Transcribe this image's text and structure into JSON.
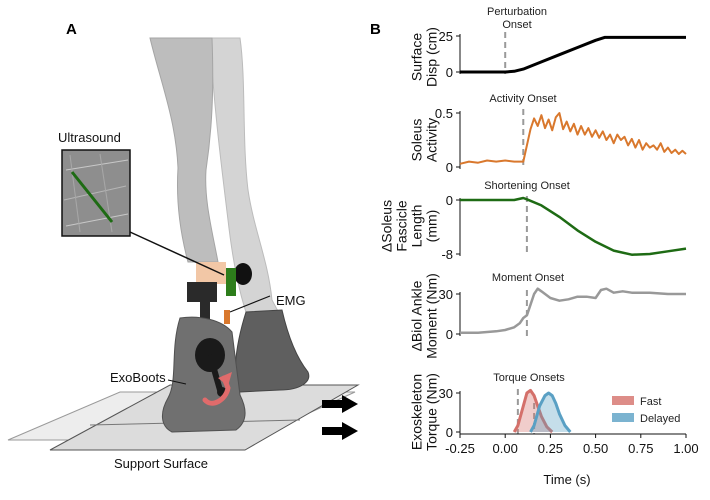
{
  "panel_a": {
    "label": "A",
    "ultrasound_label": "Ultrasound",
    "emg_label": "EMG",
    "exoboots_label": "ExoBoots",
    "support_surface_label": "Support Surface"
  },
  "panel_b": {
    "label": "B",
    "xlabel": "Time (s)",
    "x_ticks": [
      "-0.25",
      "0.00",
      "0.25",
      "0.50",
      "0.75",
      "1.00"
    ]
  },
  "colors": {
    "disp": "#000000",
    "soleus_activity": "#d9782d",
    "fascicle": "#1e6b14",
    "moment": "#999999",
    "fast": "#d4706a",
    "delayed": "#5aa0c4",
    "leg": "#c8c8c8",
    "boot": "#6e6e6e"
  },
  "chart_data": [
    {
      "type": "line",
      "ylabel": [
        "Surface",
        "Disp (cm)"
      ],
      "annotation": [
        "Perturbation",
        "Onset"
      ],
      "onset_x": 0.0,
      "y_ticks": [
        "0",
        "25"
      ],
      "ylim": [
        0,
        25
      ],
      "xlim": [
        -0.25,
        1.0
      ],
      "series": [
        {
          "x": [
            -0.25,
            0.0,
            0.05,
            0.1,
            0.2,
            0.3,
            0.4,
            0.5,
            0.55,
            0.6,
            1.0
          ],
          "values": [
            0,
            0,
            0.5,
            2,
            7,
            12,
            17,
            22,
            24,
            24,
            24
          ]
        }
      ]
    },
    {
      "type": "line",
      "ylabel": [
        "Soleus",
        "Activity"
      ],
      "annotation": [
        "Activity Onset"
      ],
      "onset_x": 0.1,
      "y_ticks": [
        "0",
        "0.5"
      ],
      "ylim": [
        0,
        0.5
      ],
      "xlim": [
        -0.25,
        1.0
      ],
      "series": [
        {
          "x": [
            -0.25,
            -0.2,
            -0.15,
            -0.1,
            -0.05,
            0.0,
            0.05,
            0.1,
            0.12,
            0.14,
            0.16,
            0.18,
            0.2,
            0.22,
            0.24,
            0.26,
            0.28,
            0.3,
            0.32,
            0.34,
            0.36,
            0.38,
            0.4,
            0.42,
            0.44,
            0.46,
            0.48,
            0.5,
            0.52,
            0.54,
            0.56,
            0.58,
            0.6,
            0.62,
            0.64,
            0.66,
            0.68,
            0.7,
            0.72,
            0.74,
            0.76,
            0.78,
            0.8,
            0.82,
            0.84,
            0.86,
            0.88,
            0.9,
            0.92,
            0.94,
            0.96,
            0.98,
            1.0
          ],
          "values": [
            0.03,
            0.05,
            0.04,
            0.06,
            0.05,
            0.06,
            0.05,
            0.05,
            0.2,
            0.35,
            0.45,
            0.38,
            0.48,
            0.36,
            0.44,
            0.34,
            0.46,
            0.5,
            0.35,
            0.42,
            0.33,
            0.4,
            0.3,
            0.38,
            0.3,
            0.36,
            0.28,
            0.34,
            0.27,
            0.33,
            0.25,
            0.3,
            0.22,
            0.3,
            0.25,
            0.28,
            0.2,
            0.26,
            0.18,
            0.25,
            0.16,
            0.22,
            0.18,
            0.2,
            0.16,
            0.22,
            0.14,
            0.18,
            0.13,
            0.16,
            0.12,
            0.15,
            0.12
          ]
        }
      ]
    },
    {
      "type": "line",
      "ylabel": [
        "ΔSoleus",
        "Fascicle",
        "Length",
        "(mm)"
      ],
      "annotation": [
        "Shortening Onset"
      ],
      "onset_x": 0.12,
      "y_ticks": [
        "0",
        "-8"
      ],
      "ylim": [
        -8,
        0
      ],
      "xlim": [
        -0.25,
        1.0
      ],
      "series": [
        {
          "x": [
            -0.25,
            -0.1,
            0.0,
            0.05,
            0.1,
            0.12,
            0.2,
            0.3,
            0.4,
            0.5,
            0.6,
            0.7,
            0.8,
            0.9,
            1.0
          ],
          "values": [
            0,
            0,
            0,
            0,
            0.3,
            0.1,
            -0.8,
            -2.5,
            -4.5,
            -6.2,
            -7.5,
            -8.1,
            -8.0,
            -7.6,
            -7.2
          ]
        }
      ]
    },
    {
      "type": "line",
      "ylabel": [
        "ΔBiol Ankle",
        "Moment (Nm)"
      ],
      "annotation": [
        "Moment Onset"
      ],
      "onset_x": 0.12,
      "y_ticks": [
        "0",
        "30"
      ],
      "ylim": [
        0,
        30
      ],
      "xlim": [
        -0.25,
        1.0
      ],
      "series": [
        {
          "x": [
            -0.25,
            -0.15,
            -0.05,
            0.0,
            0.05,
            0.08,
            0.1,
            0.12,
            0.14,
            0.16,
            0.18,
            0.2,
            0.25,
            0.3,
            0.35,
            0.4,
            0.45,
            0.5,
            0.53,
            0.56,
            0.6,
            0.65,
            0.7,
            0.8,
            0.9,
            1.0
          ],
          "values": [
            1,
            1,
            2,
            3,
            5,
            8,
            12,
            14,
            22,
            30,
            34,
            32,
            27,
            25,
            26,
            28,
            28,
            27,
            33,
            34,
            31,
            32,
            31,
            31,
            30,
            30
          ]
        }
      ]
    },
    {
      "type": "line",
      "ylabel": [
        "Exoskeleton",
        "Torque (Nm)"
      ],
      "annotation": [
        "Torque Onsets"
      ],
      "onset_x": 0.07,
      "onset2_x": 0.16,
      "y_ticks": [
        "0",
        "30"
      ],
      "ylim": [
        0,
        30
      ],
      "xlim": [
        -0.25,
        1.0
      ],
      "legend": [
        "Fast",
        "Delayed"
      ],
      "series": [
        {
          "name": "Fast",
          "x": [
            0.05,
            0.07,
            0.1,
            0.12,
            0.14,
            0.16,
            0.18,
            0.2,
            0.23,
            0.26
          ],
          "values": [
            0,
            5,
            20,
            30,
            32,
            28,
            20,
            12,
            4,
            0
          ]
        },
        {
          "name": "Delayed",
          "x": [
            0.14,
            0.16,
            0.19,
            0.22,
            0.24,
            0.26,
            0.28,
            0.3,
            0.33,
            0.36
          ],
          "values": [
            0,
            5,
            20,
            28,
            30,
            28,
            22,
            14,
            5,
            0
          ]
        }
      ]
    }
  ]
}
